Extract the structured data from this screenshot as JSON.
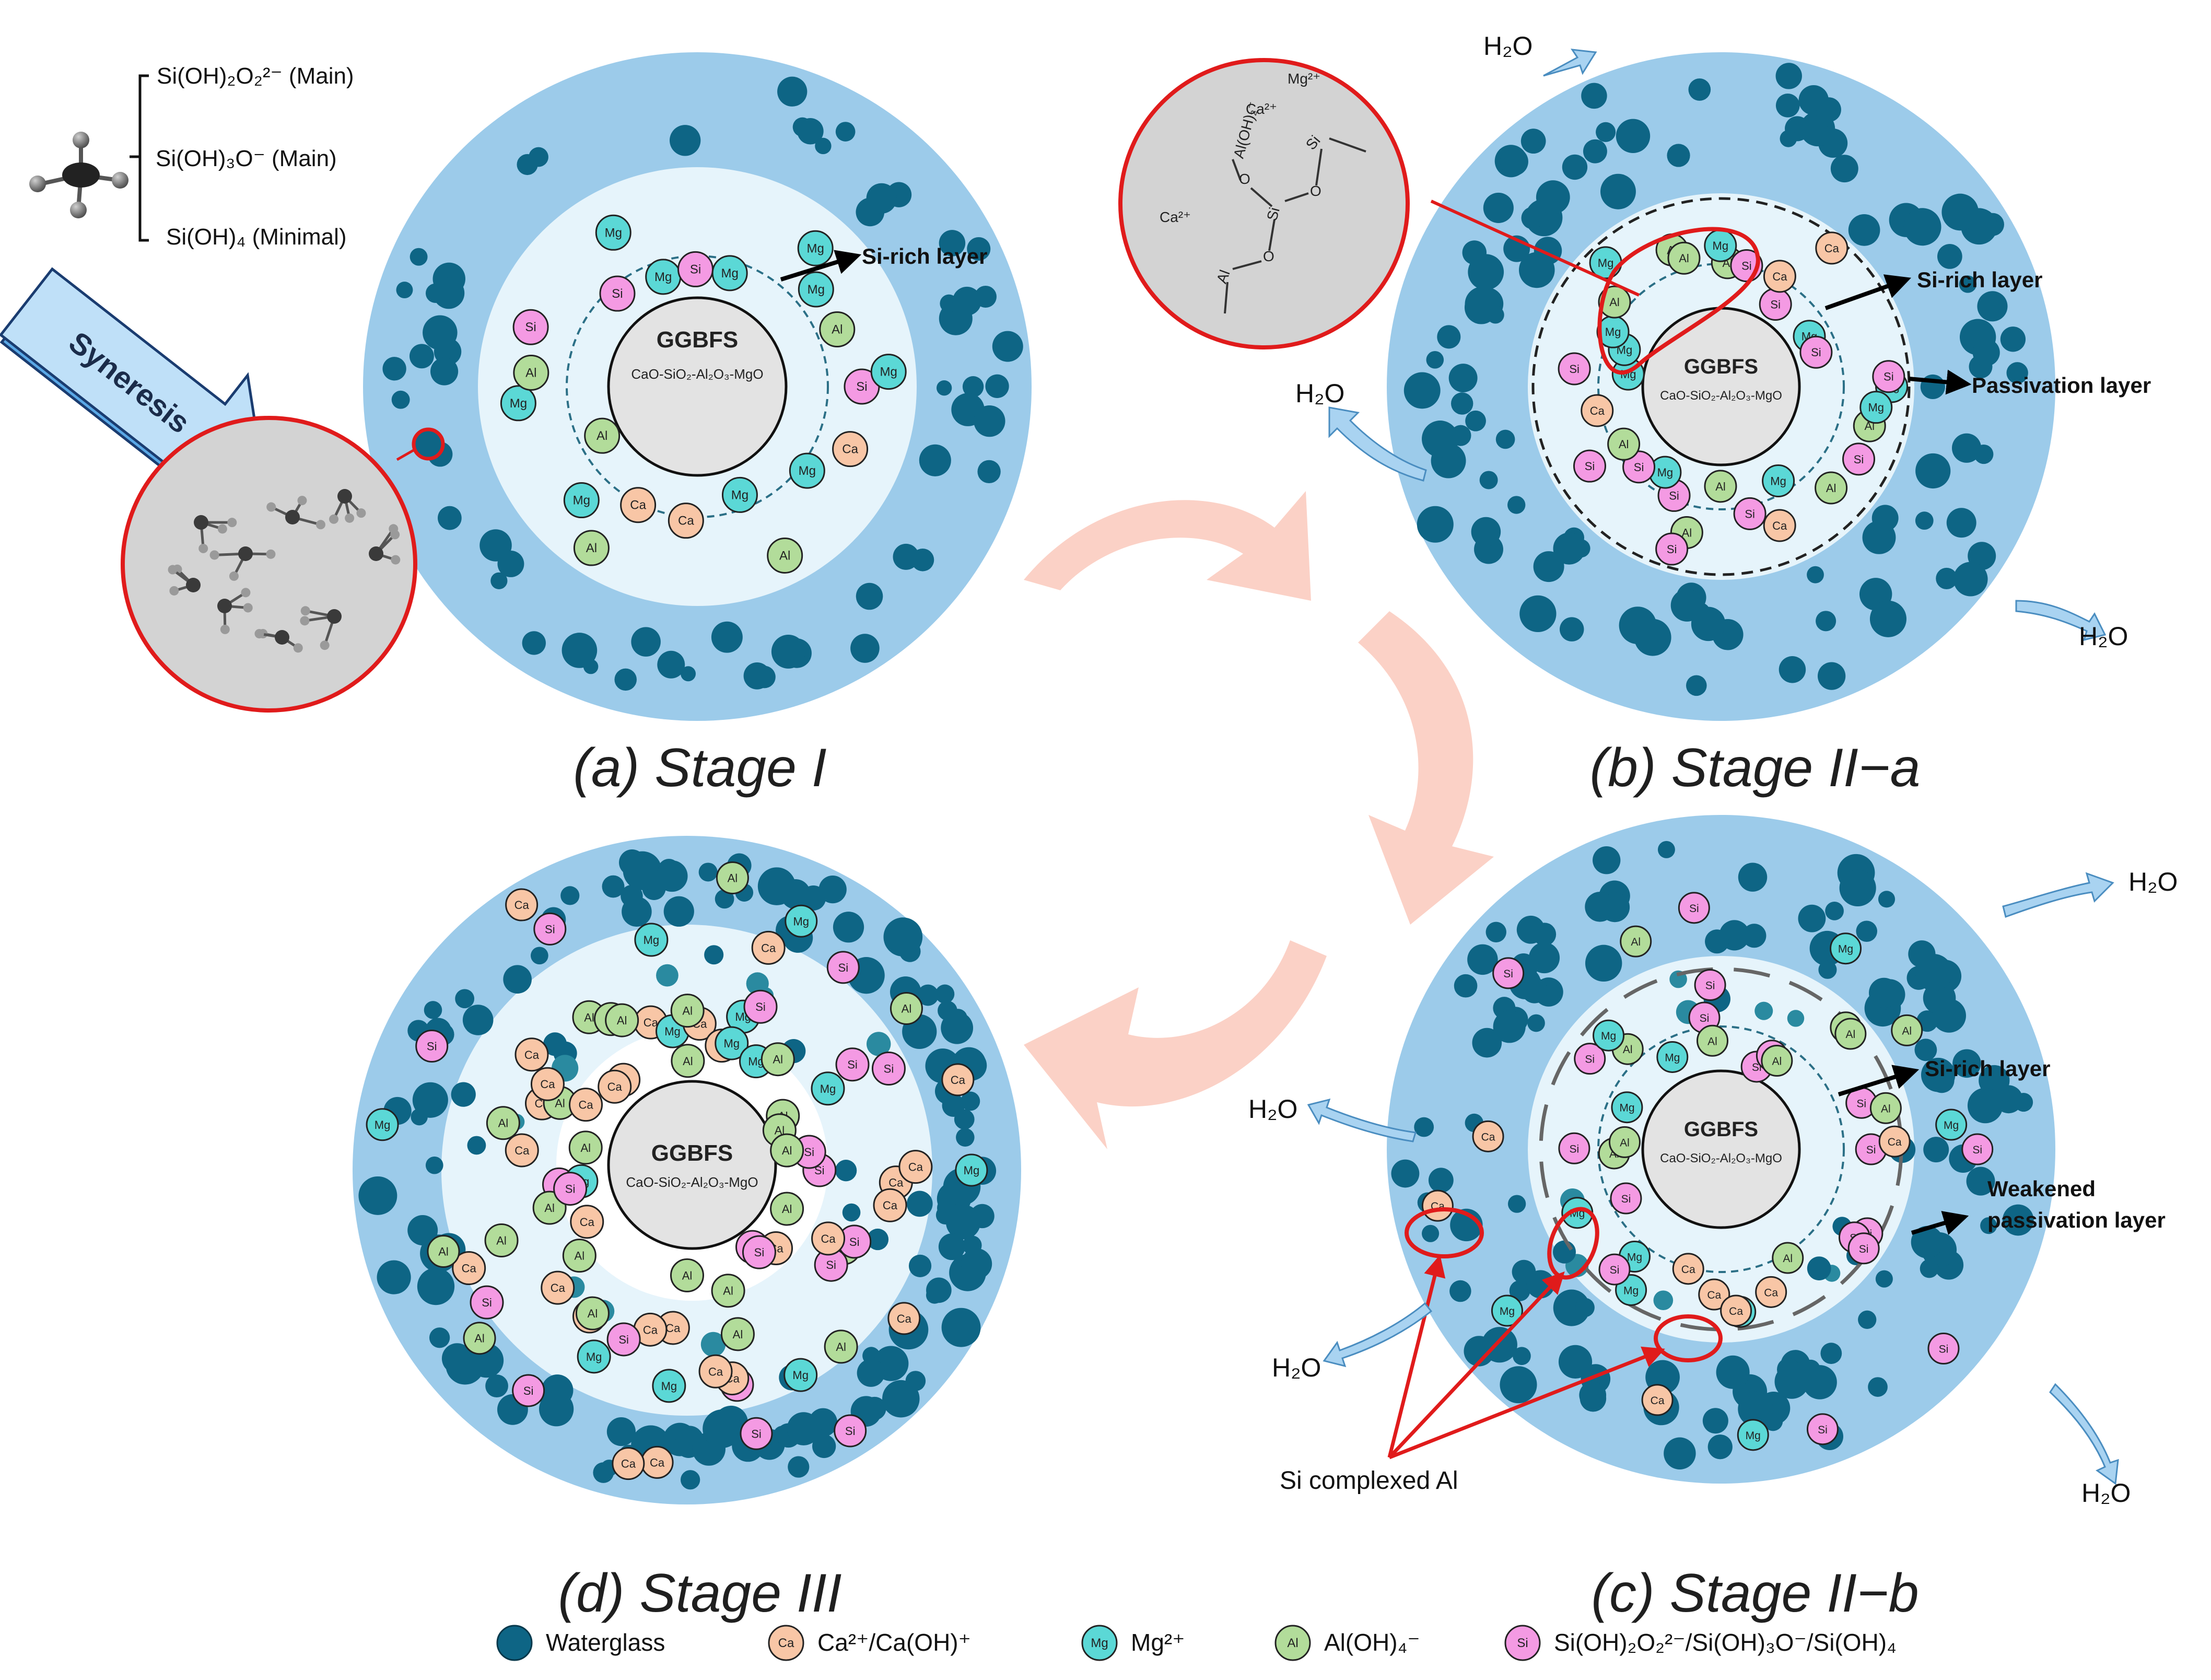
{
  "colors": {
    "outer_ring": "#9ccbea",
    "inner_disc": "#e6f4fb",
    "white_core": "#ffffff",
    "waterglass": "#0e6585",
    "waterglass_teal": "#2a8aa0",
    "ca_fill": "#f8c6a6",
    "mg_fill": "#5bd8d6",
    "al_fill": "#b2dc9a",
    "si_fill": "#f49ae3",
    "ggbfs_fill": "#e3e3e3",
    "arrow_pink": "#fbd1c6",
    "highlight_red": "#e01b1b",
    "light_arrow": "#a9d3f1"
  },
  "ion_labels": {
    "ca": "Ca",
    "mg": "Mg",
    "al": "Al",
    "si": "Si"
  },
  "core": {
    "label": "GGBFS",
    "composition": "CaO-SiO₂-Al₂O₃-MgO"
  },
  "stage_a": {
    "caption": "(a) Stage I",
    "si_rich_layer": "Si-rich layer"
  },
  "stage_b": {
    "caption": "(b) Stage II−a",
    "si_rich_layer": "Si-rich layer",
    "passivation_layer": "Passivation layer",
    "water": "H₂O",
    "inset": {
      "al_oh": "Al(OH)₂⁻",
      "ca": "Ca²⁺",
      "mg": "Mg²⁺",
      "ca2": "Ca²⁺",
      "si": "Si",
      "o": "O",
      "al": "Al"
    }
  },
  "stage_c": {
    "caption": "(c) Stage II−b",
    "si_rich_layer": "Si-rich layer",
    "weakened_line1": "Weakened",
    "weakened_line2": "passivation layer",
    "water": "H₂O",
    "si_complexed_al": "Si complexed Al"
  },
  "stage_d": {
    "caption": "(d) Stage III"
  },
  "species": {
    "dianion": "Si(OH)₂O₂²⁻ (Main)",
    "anion": "Si(OH)₃O⁻ (Main)",
    "neutral": "Si(OH)₄  (Minimal)"
  },
  "syneresis": "Syneresis",
  "legend": {
    "waterglass": "Waterglass",
    "ca": "Ca²⁺/Ca(OH)⁺",
    "mg": "Mg²⁺",
    "al": "Al(OH)₄⁻",
    "si": "Si(OH)₂O₂²⁻/Si(OH)₃O⁻/Si(OH)₄"
  }
}
